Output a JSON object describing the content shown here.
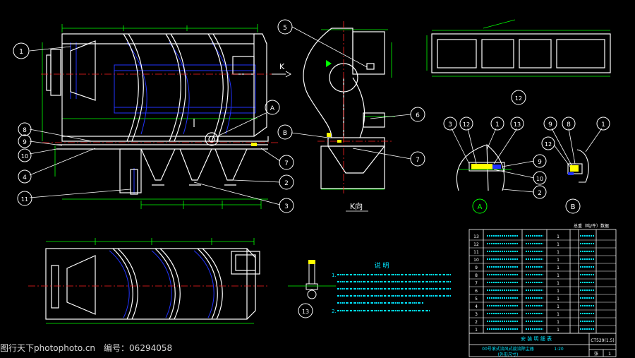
{
  "balloons": {
    "main_1": "1",
    "main_8": "8",
    "main_9": "9",
    "main_10": "10",
    "main_4": "4",
    "main_11": "11",
    "main_A": "A",
    "main_B": "B",
    "main_7": "7",
    "main_2": "2",
    "main_3": "3",
    "k_5": "5",
    "k_6": "6",
    "k_B": "B",
    "k_7": "7",
    "frame_12": "12",
    "detA_3": "3",
    "detA_12": "12",
    "detA_1": "1",
    "detA_13": "13",
    "detA_9": "9",
    "detA_10": "10",
    "detA_2": "2",
    "detA_title": "A",
    "detB_9": "9",
    "detB_8": "8",
    "detB_1": "1",
    "detB_12": "12",
    "detB_title": "B",
    "bolt_13": "13"
  },
  "k_arrow_label": "K",
  "k_view_label": "K向",
  "notes": {
    "title": "说 明",
    "item1_number": "1.",
    "item2_number": "2."
  },
  "title_block": {
    "header": "总重（吨/件）数据",
    "numbers": [
      "13",
      "12",
      "11",
      "10",
      "9",
      "8",
      "7",
      "6",
      "5",
      "4",
      "3",
      "2",
      "1"
    ],
    "qty": [
      "1",
      "1",
      "1",
      "1",
      "1",
      "1",
      "1",
      "1",
      "1",
      "1",
      "1",
      "1",
      "1"
    ],
    "bom_title": "安 装 明 细 表",
    "name_line1": "00号滚式流风式旋流除尘器",
    "name_line2": "(外形尺寸)",
    "scale": "1:20",
    "code": "CT529(1.5)",
    "sheet_label": "张",
    "sheet_no": "1"
  },
  "watermark": {
    "site": "图行天下photophoto.cn",
    "id_label": "编号：",
    "id": "06294058"
  },
  "colors": {
    "background": "#000000",
    "outline": "#ffffff",
    "dimension": "#00ff00",
    "hidden": "#2233ff",
    "centerline": "#ff2222",
    "note_text": "#00e5ff",
    "highlight": "#ffff00"
  }
}
